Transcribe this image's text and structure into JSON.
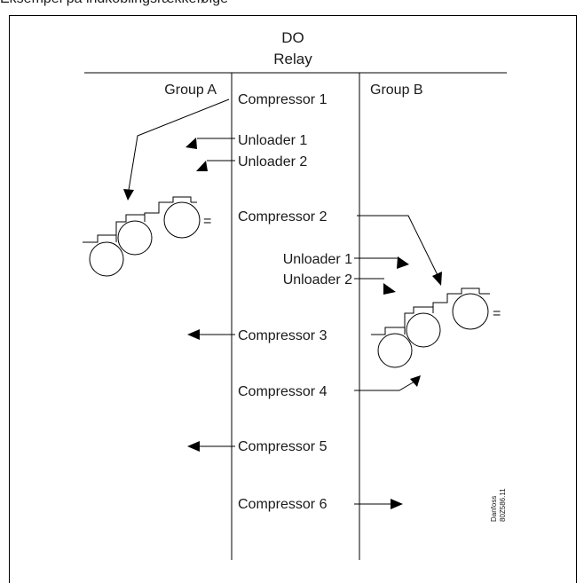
{
  "page_title": "Eksempel på indkoblingsrækkefølge",
  "header": {
    "line1": "DO",
    "line2": "Relay"
  },
  "groups": {
    "a": "Group A",
    "b": "Group B"
  },
  "relays": {
    "compressor_1": "Compressor 1",
    "unloader_1_a": "Unloader 1",
    "unloader_2_a": "Unloader 2",
    "compressor_2": "Compressor 2",
    "unloader_1_b": "Unloader 1",
    "unloader_2_b": "Unloader 2",
    "compressor_3": "Compressor 3",
    "compressor_4": "Compressor 4",
    "compressor_5": "Compressor 5",
    "compressor_6": "Compressor 6"
  },
  "equals_symbol": "=",
  "watermark": {
    "line1": "Danfoss",
    "line2": "80Z586.11"
  }
}
